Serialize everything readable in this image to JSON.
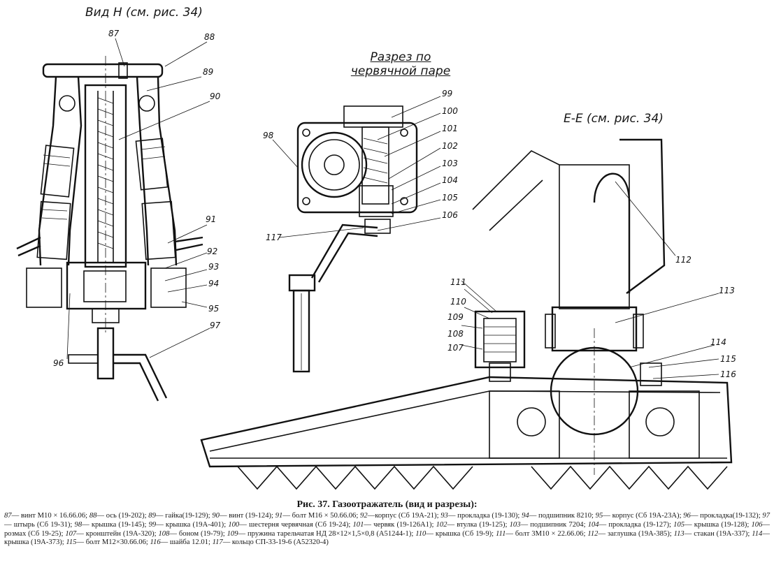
{
  "view_titles": {
    "view_h": "Вид Н (см. рис. 34)",
    "section_worm": "Разрез по червячной паре",
    "section_ee": "Е-Е (см. рис. 34)"
  },
  "callouts": [
    "87",
    "88",
    "89",
    "90",
    "91",
    "92",
    "93",
    "94",
    "95",
    "96",
    "97",
    "98",
    "99",
    "100",
    "101",
    "102",
    "103",
    "104",
    "105",
    "106",
    "107",
    "108",
    "109",
    "110",
    "111",
    "112",
    "113",
    "114",
    "115",
    "116",
    "117"
  ],
  "caption": {
    "figure": "Рис. 37.",
    "title": "Газоотражатель (вид и разрезы):"
  },
  "legend": [
    {
      "num": "87",
      "text": "— винт M10 × 16.66.06;"
    },
    {
      "num": "88",
      "text": "— ось (19-202);"
    },
    {
      "num": "89",
      "text": "— гайка(19-129);"
    },
    {
      "num": "90",
      "text": "— винт (19-124);"
    },
    {
      "num": "91",
      "text": "— болт M16 × 50.66.06;"
    },
    {
      "num": "92",
      "text": "—корпус (Сб 19А-21);"
    },
    {
      "num": "93",
      "text": "— прокладка (19-130);"
    },
    {
      "num": "94",
      "text": "— подшипник 8210;"
    },
    {
      "num": "95",
      "text": "— корпус (Сб 19А-23А);"
    },
    {
      "num": "96",
      "text": "— прокладка(19-132);"
    },
    {
      "num": "97",
      "text": "— штырь (Сб 19-31);"
    },
    {
      "num": "98",
      "text": "— крышка (19-145);"
    },
    {
      "num": "99",
      "text": "— крышка (19А-401);"
    },
    {
      "num": "100",
      "text": "— шестерня червячная (Сб 19-24);"
    },
    {
      "num": "101",
      "text": "— червяк (19-126А1);"
    },
    {
      "num": "102",
      "text": "— втулка (19-125);"
    },
    {
      "num": "103",
      "text": "— подшипник 7204;"
    },
    {
      "num": "104",
      "text": "— прокладка (19-127);"
    },
    {
      "num": "105",
      "text": "— крышка (19-128);"
    },
    {
      "num": "106",
      "text": "— розмах (Сб 19-25);"
    },
    {
      "num": "107",
      "text": "— кронштейн (19А-320);"
    },
    {
      "num": "108",
      "text": "— боном (19-79);"
    },
    {
      "num": "109",
      "text": "— пружина тарельчатая НД 28×12×1,5×0,8 (А51244-1);"
    },
    {
      "num": "110",
      "text": "— крышка (Сб 19-9);"
    },
    {
      "num": "111",
      "text": "— болт 3М10 × 22.66.06;"
    },
    {
      "num": "112",
      "text": "— заглушка (19А-385);"
    },
    {
      "num": "113",
      "text": "— стакан (19А-337);"
    },
    {
      "num": "114",
      "text": "— крышка (19А-373);"
    },
    {
      "num": "115",
      "text": "— болт M12×30.66.06;"
    },
    {
      "num": "116",
      "text": "— шайба 12.01;"
    },
    {
      "num": "117",
      "text": "— кольцо СП-33-19-6 (А52320-4)"
    }
  ]
}
